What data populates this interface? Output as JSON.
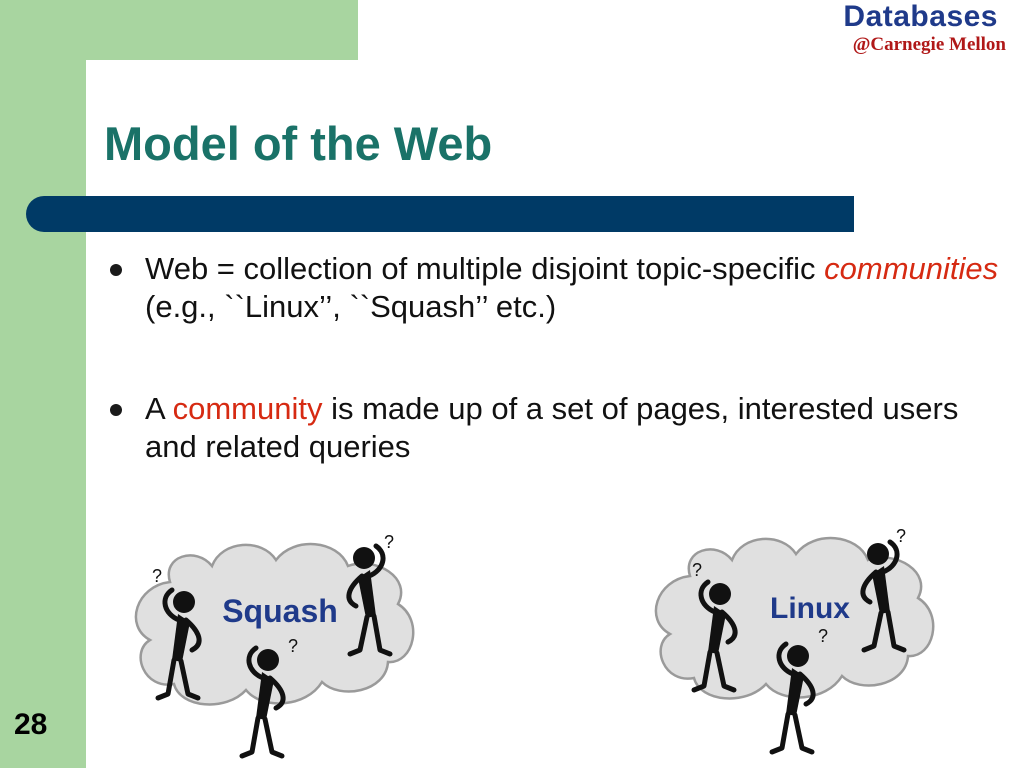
{
  "brand": {
    "title": "Databases",
    "subtitle": "@Carnegie Mellon"
  },
  "slide": {
    "title": "Model of the Web",
    "page_number": "28",
    "bullets": [
      {
        "pre": "Web = collection of multiple disjoint topic-specific ",
        "accent": "communities",
        "post": " (e.g., ``Linux’’, ``Squash’’ etc.)"
      },
      {
        "pre": "A ",
        "accent": "community",
        "post": " is made up of a set of pages, interested users and related queries"
      }
    ]
  },
  "illustrations": {
    "community_1": {
      "label": "Squash"
    },
    "community_2": {
      "label": "Linux"
    },
    "question_mark": "?"
  },
  "colors": {
    "sidebar_green": "#a8d5a0",
    "title_teal": "#1a7268",
    "bar_navy": "#003a66",
    "accent_red": "#d62a12",
    "brand_blue": "#1f3a8a",
    "brand_red": "#b01818",
    "cloud_fill": "#e0e0e0",
    "cloud_label": "#1f3a8a"
  }
}
